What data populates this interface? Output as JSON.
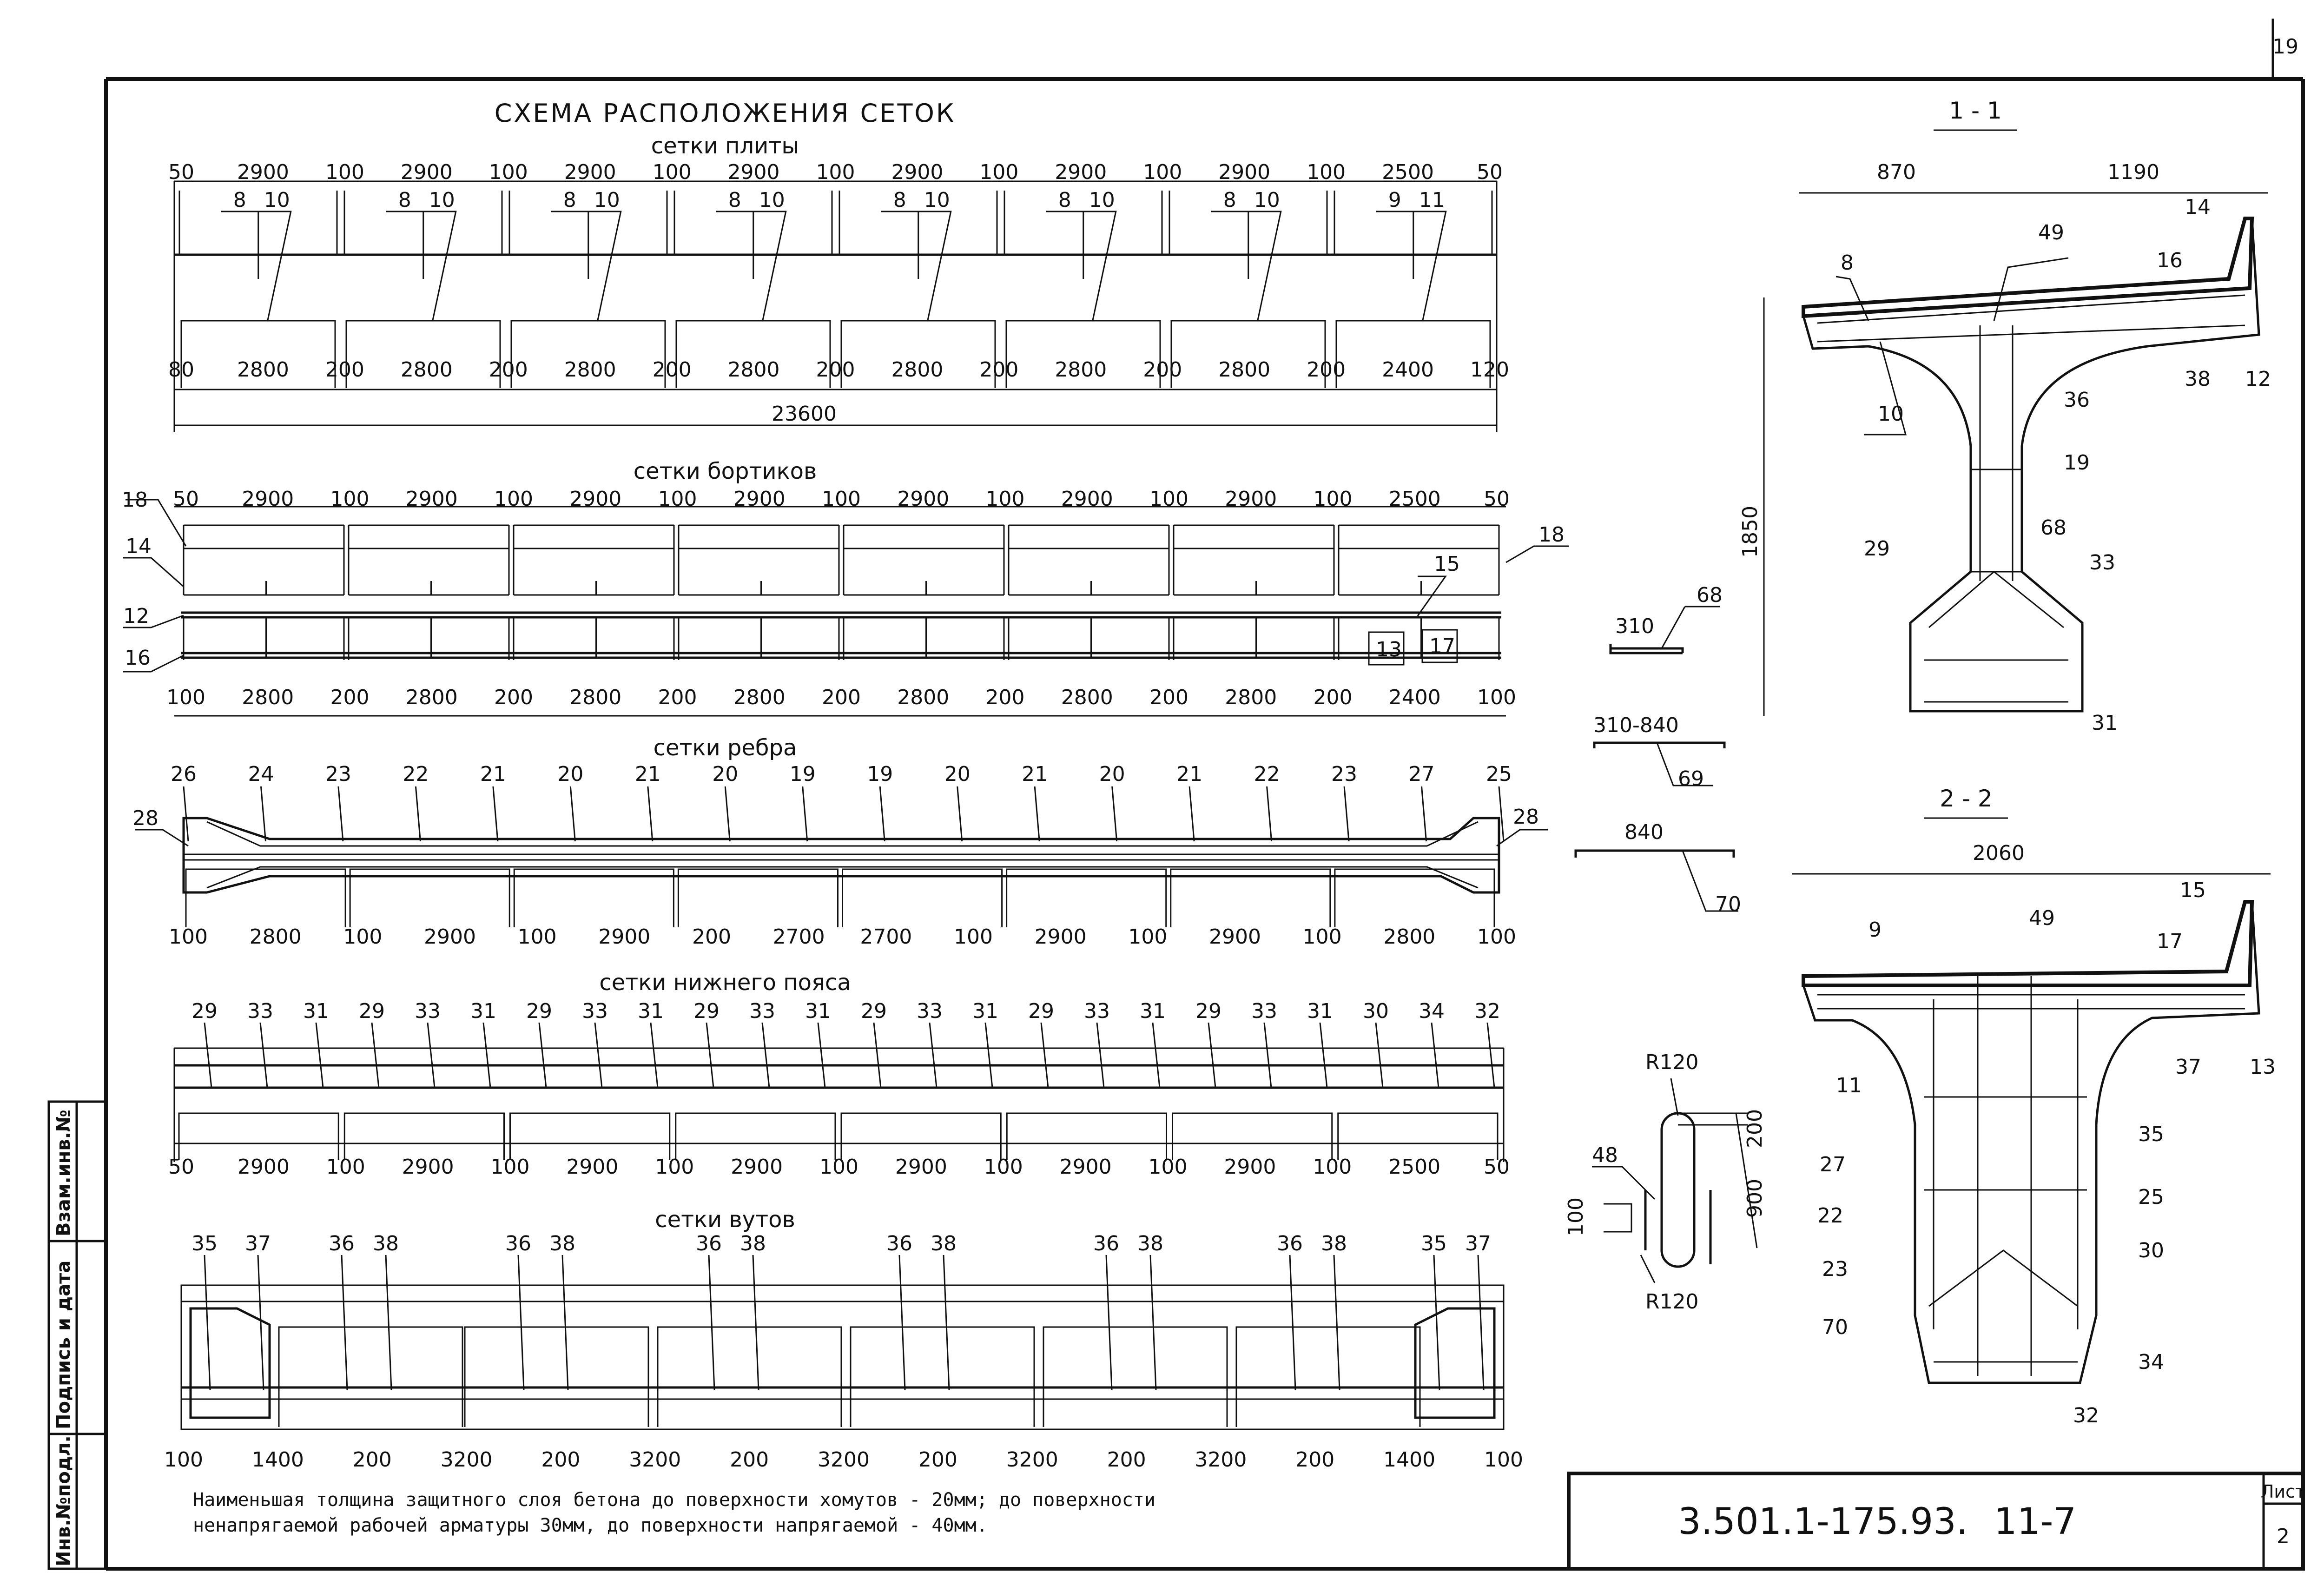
{
  "sheet": {
    "page_number": "19",
    "doc_code": "3.501.1-175.93.",
    "doc_code_suffix": "11-7",
    "list_label": "Лист",
    "list_number": "2"
  },
  "side_stamp": {
    "inv_podl": "Инв.№подл.",
    "podpis_data": "Подпись и дата",
    "vzam_inv": "Взам.инв.№"
  },
  "titles": {
    "main": "СХЕМА РАСПОЛОЖЕНИЯ СЕТОК",
    "plate": "сетки плиты",
    "board": "сетки бортиков",
    "rib": "сетки ребра",
    "bottom": "сетки нижнего пояса",
    "haunch": "сетки вутов"
  },
  "note": {
    "line1": "Наименьшая толщина защитного слоя бетона до поверхности хомутов - 20мм; до поверхности",
    "line2": "ненапрягаемой рабочей арматуры 30мм, до поверхности напрягаемой - 40мм."
  },
  "plate": {
    "top_dims": [
      "50",
      "2900",
      "100",
      "2900",
      "100",
      "2900",
      "100",
      "2900",
      "100",
      "2900",
      "100",
      "2900",
      "100",
      "2900",
      "100",
      "2500",
      "50"
    ],
    "bot_dims": [
      "80",
      "2800",
      "200",
      "2800",
      "200",
      "2800",
      "200",
      "2800",
      "200",
      "2800",
      "200",
      "2800",
      "200",
      "2800",
      "200",
      "2400",
      "120"
    ],
    "total": "23600",
    "marks": [
      [
        "8",
        "10"
      ],
      [
        "8",
        "10"
      ],
      [
        "8",
        "10"
      ],
      [
        "8",
        "10"
      ],
      [
        "8",
        "10"
      ],
      [
        "8",
        "10"
      ],
      [
        "8",
        "10"
      ],
      [
        "9",
        "11"
      ]
    ]
  },
  "board": {
    "top_dims": [
      "50",
      "2900",
      "100",
      "2900",
      "100",
      "2900",
      "100",
      "2900",
      "100",
      "2900",
      "100",
      "2900",
      "100",
      "2900",
      "100",
      "2500",
      "50"
    ],
    "bot_dims": [
      "100",
      "2800",
      "200",
      "2800",
      "200",
      "2800",
      "200",
      "2800",
      "200",
      "2800",
      "200",
      "2800",
      "200",
      "2800",
      "200",
      "2400",
      "100"
    ],
    "marks": {
      "m18a": "18",
      "m14": "14",
      "m12": "12",
      "m16": "16",
      "m18b": "18",
      "m15": "15",
      "m13": "13",
      "m17": "17"
    }
  },
  "rib": {
    "top_marks": [
      "26",
      "24",
      "23",
      "22",
      "21",
      "20",
      "21",
      "20",
      "19",
      "19",
      "20",
      "21",
      "20",
      "21",
      "22",
      "23",
      "27",
      "25"
    ],
    "side_left": "28",
    "side_right": "28",
    "bot_dims": [
      "100",
      "2800",
      "100",
      "2900",
      "100",
      "2900",
      "200",
      "2700",
      "2700",
      "100",
      "2900",
      "100",
      "2900",
      "100",
      "2800",
      "100"
    ]
  },
  "bottom": {
    "top_marks": [
      "29",
      "33",
      "31",
      "29",
      "33",
      "31",
      "29",
      "33",
      "31",
      "29",
      "33",
      "31",
      "29",
      "33",
      "31",
      "29",
      "33",
      "31",
      "29",
      "33",
      "31",
      "30",
      "34",
      "32"
    ],
    "bot_dims": [
      "50",
      "2900",
      "100",
      "2900",
      "100",
      "2900",
      "100",
      "2900",
      "100",
      "2900",
      "100",
      "2900",
      "100",
      "2900",
      "100",
      "2500",
      "50"
    ]
  },
  "haunch": {
    "top_marks": [
      "35",
      "37",
      "36",
      "38",
      "36",
      "38",
      "36",
      "38",
      "36",
      "38",
      "36",
      "38",
      "36",
      "38",
      "35",
      "37"
    ],
    "bot_dims": [
      "100",
      "1400",
      "200",
      "3200",
      "200",
      "3200",
      "200",
      "3200",
      "200",
      "3200",
      "200",
      "3200",
      "200",
      "1400",
      "100"
    ]
  },
  "bars": {
    "b68_len": "310",
    "b68": "68",
    "b69_len": "310-840",
    "b69": "69",
    "b70_len": "840",
    "b70": "70",
    "r_top": "R120",
    "r_bot": "R120",
    "dim_200": "200",
    "dim_900": "900",
    "dim_100": "100",
    "b48": "48"
  },
  "section11": {
    "title": "1 - 1",
    "d870": "870",
    "d1190": "1190",
    "d1850": "1850",
    "marks": {
      "m8": "8",
      "m49": "49",
      "m14": "14",
      "m16": "16",
      "m38": "38",
      "m12": "12",
      "m10": "10",
      "m36": "36",
      "m19": "19",
      "m68": "68",
      "m29": "29",
      "m33": "33",
      "m31": "31"
    }
  },
  "section22": {
    "title": "2 - 2",
    "d2060": "2060",
    "marks": {
      "m9": "9",
      "m49": "49",
      "m15": "15",
      "m17": "17",
      "m11": "11",
      "m37": "37",
      "m13": "13",
      "m35": "35",
      "m27": "27",
      "m25": "25",
      "m22": "22",
      "m30": "30",
      "m23": "23",
      "m70": "70",
      "m34": "34",
      "m32": "32"
    }
  }
}
